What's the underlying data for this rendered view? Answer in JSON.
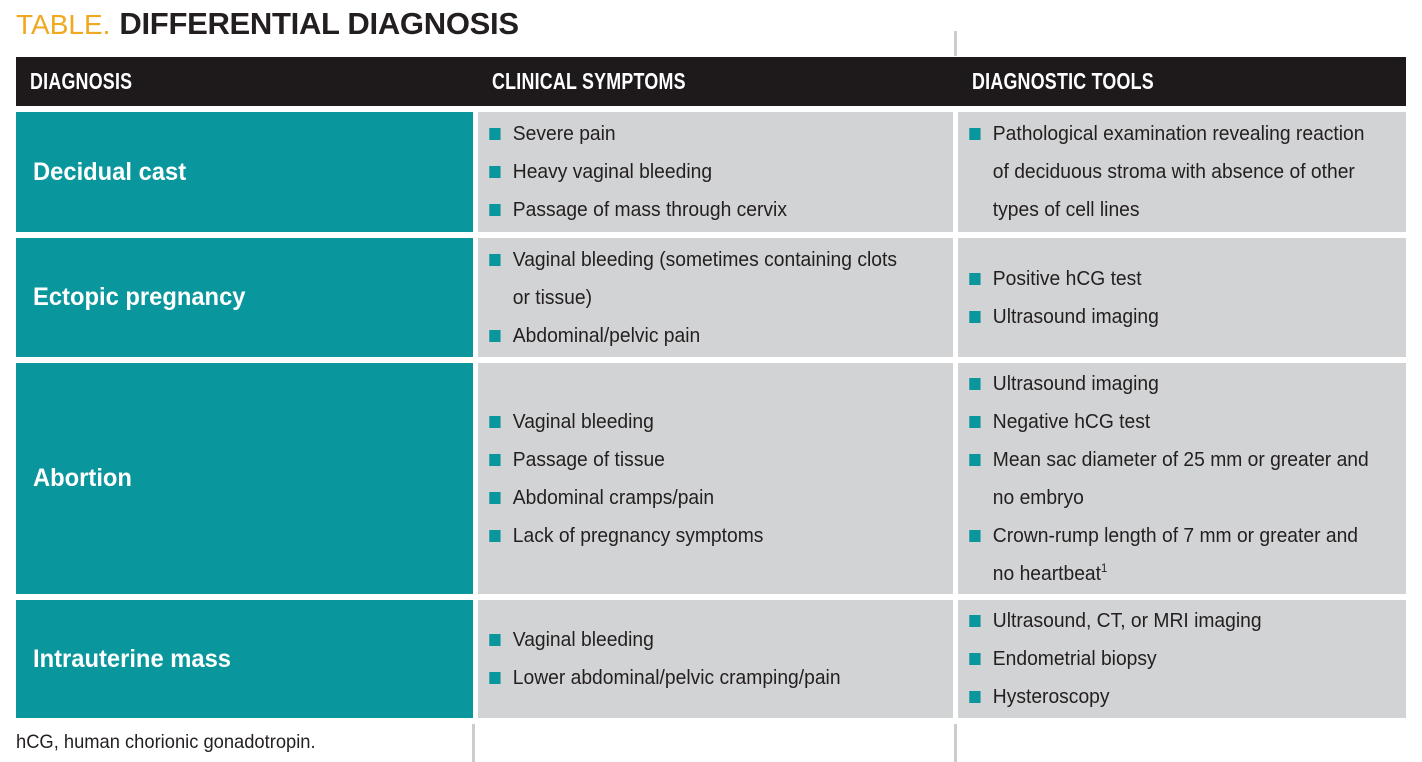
{
  "colors": {
    "teal": "#0a969d",
    "gold": "#f0a81e",
    "header_black": "#1e1a1b",
    "cell_gray": "#d2d3d4",
    "text": "#231f20",
    "rule_gray": "#cccccc"
  },
  "title": {
    "label": "TABLE.",
    "heading": "DIFFERENTIAL DIAGNOSIS"
  },
  "table": {
    "columns": [
      "DIAGNOSIS",
      "CLINICAL SYMPTOMS",
      "DIAGNOSTIC TOOLS"
    ],
    "rows": [
      {
        "diagnosis": "Decidual cast",
        "symptoms": [
          {
            "text": "Severe pain"
          },
          {
            "text": "Heavy vaginal bleeding"
          },
          {
            "text": "Passage of mass through cervix"
          }
        ],
        "tools": [
          {
            "text": "Pathological examination revealing reaction of deciduous stroma with absence of other types of cell lines"
          }
        ]
      },
      {
        "diagnosis": "Ectopic pregnancy",
        "symptoms": [
          {
            "text": "Vaginal bleeding (sometimes containing clots or tissue)"
          },
          {
            "text": "Abdominal/pelvic pain"
          }
        ],
        "tools": [
          {
            "text": "Positive hCG test"
          },
          {
            "text": "Ultrasound imaging"
          }
        ]
      },
      {
        "diagnosis": "Abortion",
        "symptoms": [
          {
            "text": "Vaginal bleeding"
          },
          {
            "text": "Passage of tissue"
          },
          {
            "text": "Abdominal cramps/pain"
          },
          {
            "text": "Lack of pregnancy symptoms"
          }
        ],
        "tools": [
          {
            "text": "Ultrasound imaging"
          },
          {
            "text": "Negative hCG test"
          },
          {
            "text": "Mean sac diameter of 25 mm or greater and no embryo"
          },
          {
            "text": "Crown-rump length of 7 mm or greater and no heartbeat",
            "sup": "1"
          }
        ]
      },
      {
        "diagnosis": "Intrauterine mass",
        "symptoms": [
          {
            "text": "Vaginal bleeding"
          },
          {
            "text": "Lower abdominal/pelvic cramping/pain"
          }
        ],
        "tools": [
          {
            "text": "Ultrasound, CT, or MRI imaging"
          },
          {
            "text": "Endometrial biopsy"
          },
          {
            "text": "Hysteroscopy"
          }
        ]
      }
    ]
  },
  "footnote": "hCG, human chorionic gonadotropin."
}
